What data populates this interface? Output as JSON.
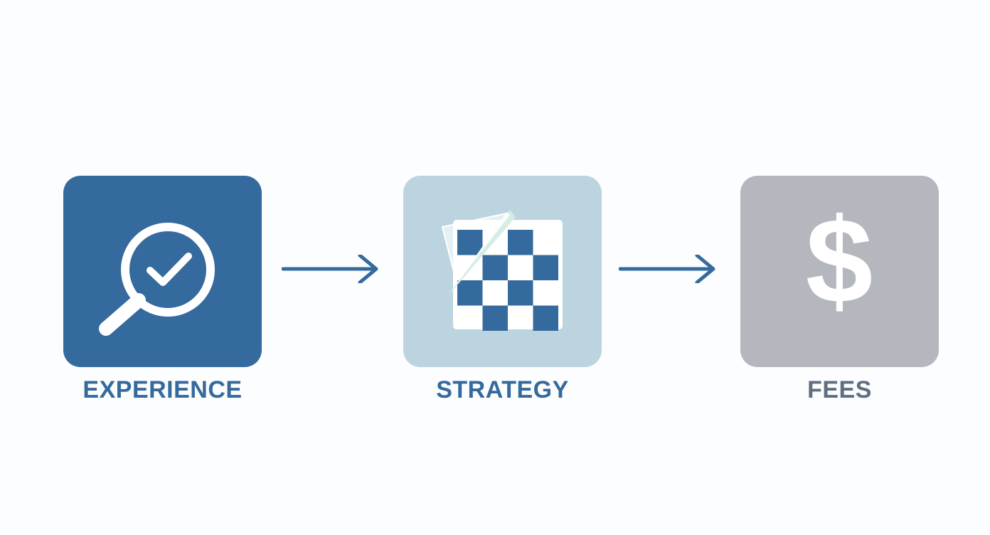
{
  "colors": {
    "background": "#fcfdfe",
    "experience_tile": "#346a9d",
    "strategy_tile": "#bcd4df",
    "fees_tile": "#b4b8be",
    "arrow": "#346a9d",
    "label_blue": "#346a9d",
    "label_gray": "#5f6f82",
    "icon_white": "#ffffff"
  },
  "steps": [
    {
      "label": "EXPERIENCE",
      "icon": "magnifier-check-icon"
    },
    {
      "label": "STRATEGY",
      "icon": "checkerboard-document-icon"
    },
    {
      "label": "FEES",
      "icon": "dollar-sign-icon"
    }
  ],
  "arrows": [
    {
      "from": "EXPERIENCE",
      "to": "STRATEGY"
    },
    {
      "from": "STRATEGY",
      "to": "FEES"
    }
  ],
  "fees_icon_glyph": "$"
}
